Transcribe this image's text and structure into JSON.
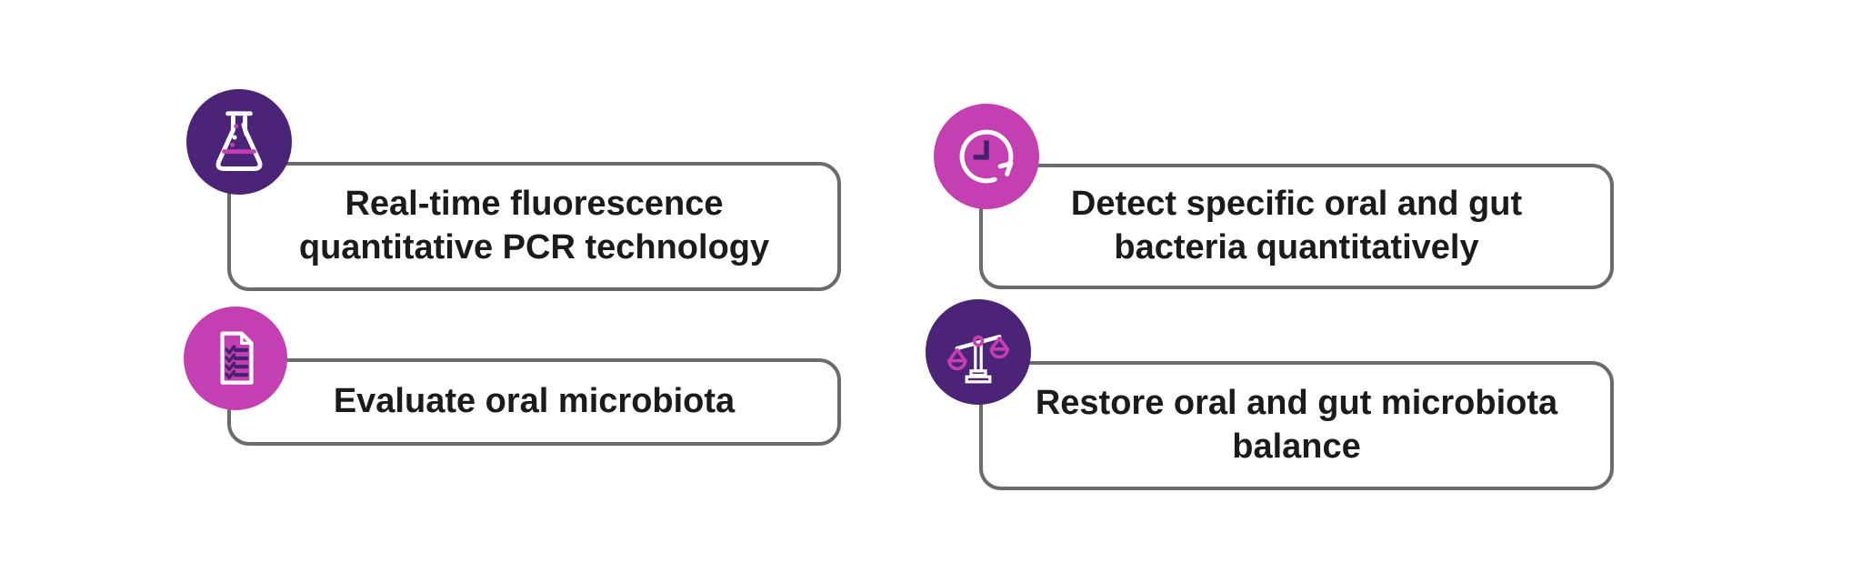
{
  "figure": {
    "background": "#ffffff",
    "colors": {
      "badge_purple": "#4B2477",
      "badge_magenta": "#C43FB1",
      "icon_stroke_white": "#FFFFFF",
      "icon_dark_accent": "#45216E",
      "icon_magenta_accent": "#C43FB1",
      "box_border_gray": "#6B6B6B",
      "text": "#1B1B1B"
    },
    "features": [
      {
        "label": "Real-time fluorescence quantitative PCR technology",
        "icon": "flask-icon",
        "badge_color": "#4B2477"
      },
      {
        "label": "Evaluate oral microbiota",
        "icon": "checklist-document-icon",
        "badge_color": "#C43FB1"
      },
      {
        "label": "Detect specific oral and gut bacteria quantitatively",
        "icon": "clock-history-icon",
        "badge_color": "#C43FB1"
      },
      {
        "label": "Restore oral and gut microbiota balance",
        "icon": "balance-scale-icon",
        "badge_color": "#4B2477"
      }
    ]
  }
}
